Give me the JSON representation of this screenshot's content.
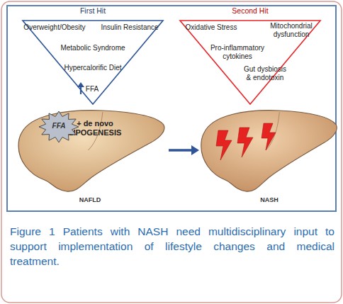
{
  "diagram": {
    "caption": "Figure 1 Patients with NASH need multidisciplinary input to support implementation of lifestyle changes and medical treatment.",
    "nodes": [
      {
        "text": [
          "First Hit",
          "Overweight/Obesity",
          "Insulin Resistance",
          "Metabolic Syndrome",
          "Hypercalorific Diet",
          "FFA"
        ]
      },
      {
        "text": [
          "Second Hit",
          "Oxidative Stress",
          "Mitochondrial dysfunction",
          "Pro-inflammatory cytokines",
          "Gut dysbiosis & endotoxin"
        ]
      },
      {
        "text": [
          "+ de novo LIPOGENESIS",
          "NAFLD"
        ]
      },
      {
        "text": [
          "FFA"
        ],
        "in": 2
      },
      {
        "text": [
          "NASH"
        ]
      }
    ],
    "edges": [
      {
        "from": 2,
        "to": 4,
        "arrow": "to"
      }
    ]
  }
}
